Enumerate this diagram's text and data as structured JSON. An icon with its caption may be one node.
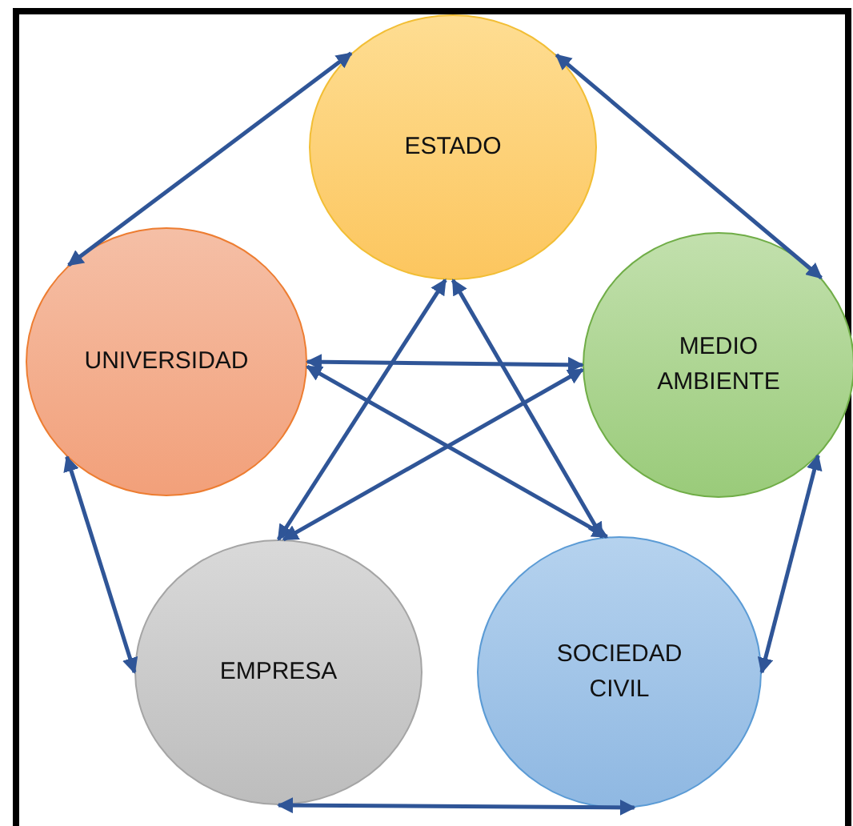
{
  "diagram": {
    "nodes": [
      {
        "text": [
          "ESTADO"
        ]
      },
      {
        "text": [
          "UNIVERSIDAD"
        ]
      },
      {
        "text": [
          "MEDIO AMBIENTE"
        ]
      },
      {
        "text": [
          "EMPRESA"
        ]
      },
      {
        "text": [
          "SOCIEDAD CIVIL"
        ]
      }
    ],
    "edges": [
      {
        "from": 0,
        "to": 1,
        "arrow": "both"
      },
      {
        "from": 0,
        "to": 2,
        "arrow": "both"
      },
      {
        "from": 1,
        "to": 3,
        "arrow": "both"
      },
      {
        "from": 2,
        "to": 4,
        "arrow": "both"
      },
      {
        "from": 3,
        "to": 4,
        "arrow": "both"
      },
      {
        "from": 0,
        "to": 3,
        "arrow": "both"
      },
      {
        "from": 0,
        "to": 4,
        "arrow": "both"
      },
      {
        "from": 1,
        "to": 2,
        "arrow": "both"
      },
      {
        "from": 1,
        "to": 4,
        "arrow": "both"
      },
      {
        "from": 2,
        "to": 3,
        "arrow": "both"
      }
    ]
  }
}
